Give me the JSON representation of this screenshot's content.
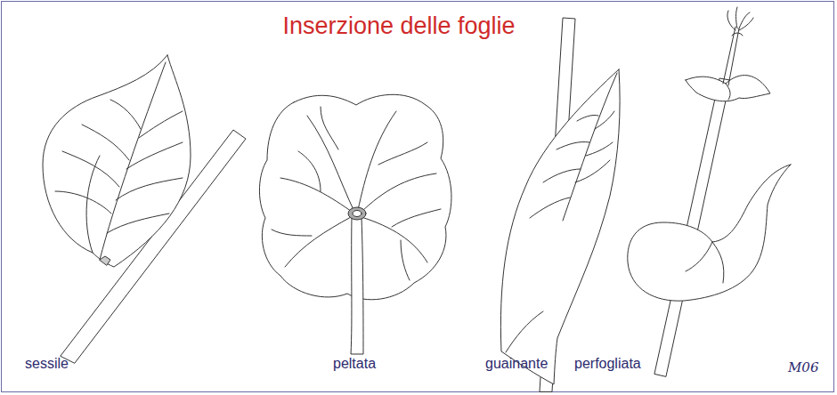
{
  "diagram": {
    "title": "Inserzione delle foglie",
    "labels": [
      "sessile",
      "peltata",
      "guainante",
      "perfogliata",
      "M06"
    ]
  }
}
